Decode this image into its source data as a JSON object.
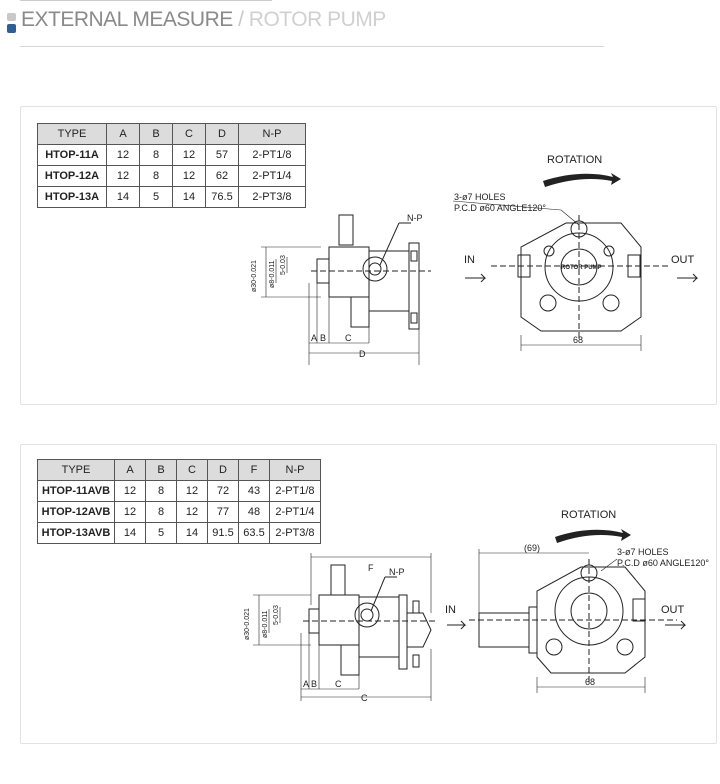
{
  "header": {
    "title_main": "EXTERNAL MEASURE",
    "title_sep": " / ",
    "title_sub": "ROTOR PUMP"
  },
  "table1": {
    "columns": [
      "TYPE",
      "A",
      "B",
      "C",
      "D",
      "N-P"
    ],
    "rows": [
      [
        "HTOP-11A",
        "12",
        "8",
        "12",
        "57",
        "2-PT1/8"
      ],
      [
        "HTOP-12A",
        "12",
        "8",
        "12",
        "62",
        "2-PT1/4"
      ],
      [
        "HTOP-13A",
        "14",
        "5",
        "14",
        "76.5",
        "2-PT3/8"
      ]
    ]
  },
  "table2": {
    "columns": [
      "TYPE",
      "A",
      "B",
      "C",
      "D",
      "F",
      "N-P"
    ],
    "rows": [
      [
        "HTOP-11AVB",
        "12",
        "8",
        "12",
        "72",
        "43",
        "2-PT1/8"
      ],
      [
        "HTOP-12AVB",
        "12",
        "8",
        "12",
        "77",
        "48",
        "2-PT1/4"
      ],
      [
        "HTOP-13AVB",
        "14",
        "5",
        "14",
        "91.5",
        "63.5",
        "2-PT3/8"
      ]
    ]
  },
  "drawing1": {
    "rotation": "ROTATION",
    "holes": "3-ø7 HOLES",
    "pcd": "P.C.D ø60 ANGLE120°",
    "in": "IN",
    "out": "OUT",
    "np": "N-P",
    "dim_68": "68",
    "dim_a": "A",
    "dim_b": "B",
    "dim_c": "C",
    "dim_d": "D",
    "plate_1": "ROTOR PUMP",
    "dia_1": "ø30-0.021",
    "dia_2": "ø8-0.011",
    "dia_3": "5-0.03"
  },
  "drawing2": {
    "rotation": "ROTATION",
    "holes": "3-ø7 HOLES",
    "pcd": "P.C.D ø60 ANGLE120°",
    "in": "IN",
    "out": "OUT",
    "np": "N-P",
    "dim_68": "68",
    "dim_69": "(69)",
    "dim_f": "F",
    "dim_a": "A",
    "dim_b": "B",
    "dim_c": "C",
    "dim_d": "C",
    "dia_1": "ø30-0.021",
    "dia_2": "ø8-0.011",
    "dia_3": "5-0.03"
  }
}
